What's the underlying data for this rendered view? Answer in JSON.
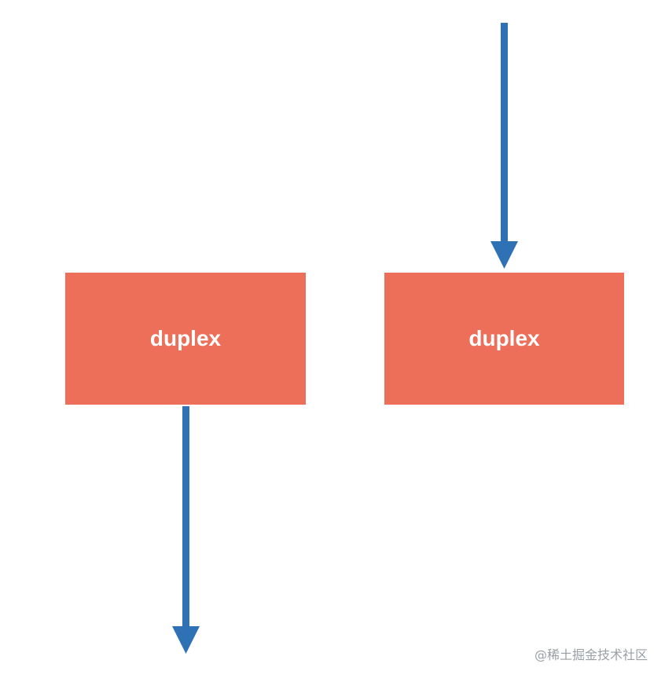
{
  "colors": {
    "box_fill": "#ED6F59",
    "arrow": "#2E71B5",
    "box_text": "#FFFFFF",
    "watermark": "#9AA0A6"
  },
  "boxes": {
    "left": {
      "label": "duplex"
    },
    "right": {
      "label": "duplex"
    }
  },
  "arrows": [
    {
      "name": "outgoing-arrow-left",
      "direction": "down",
      "from": "left-box"
    },
    {
      "name": "incoming-arrow-right",
      "direction": "down",
      "to": "right-box"
    }
  ],
  "watermark": {
    "text": "@稀土掘金技术社区"
  }
}
